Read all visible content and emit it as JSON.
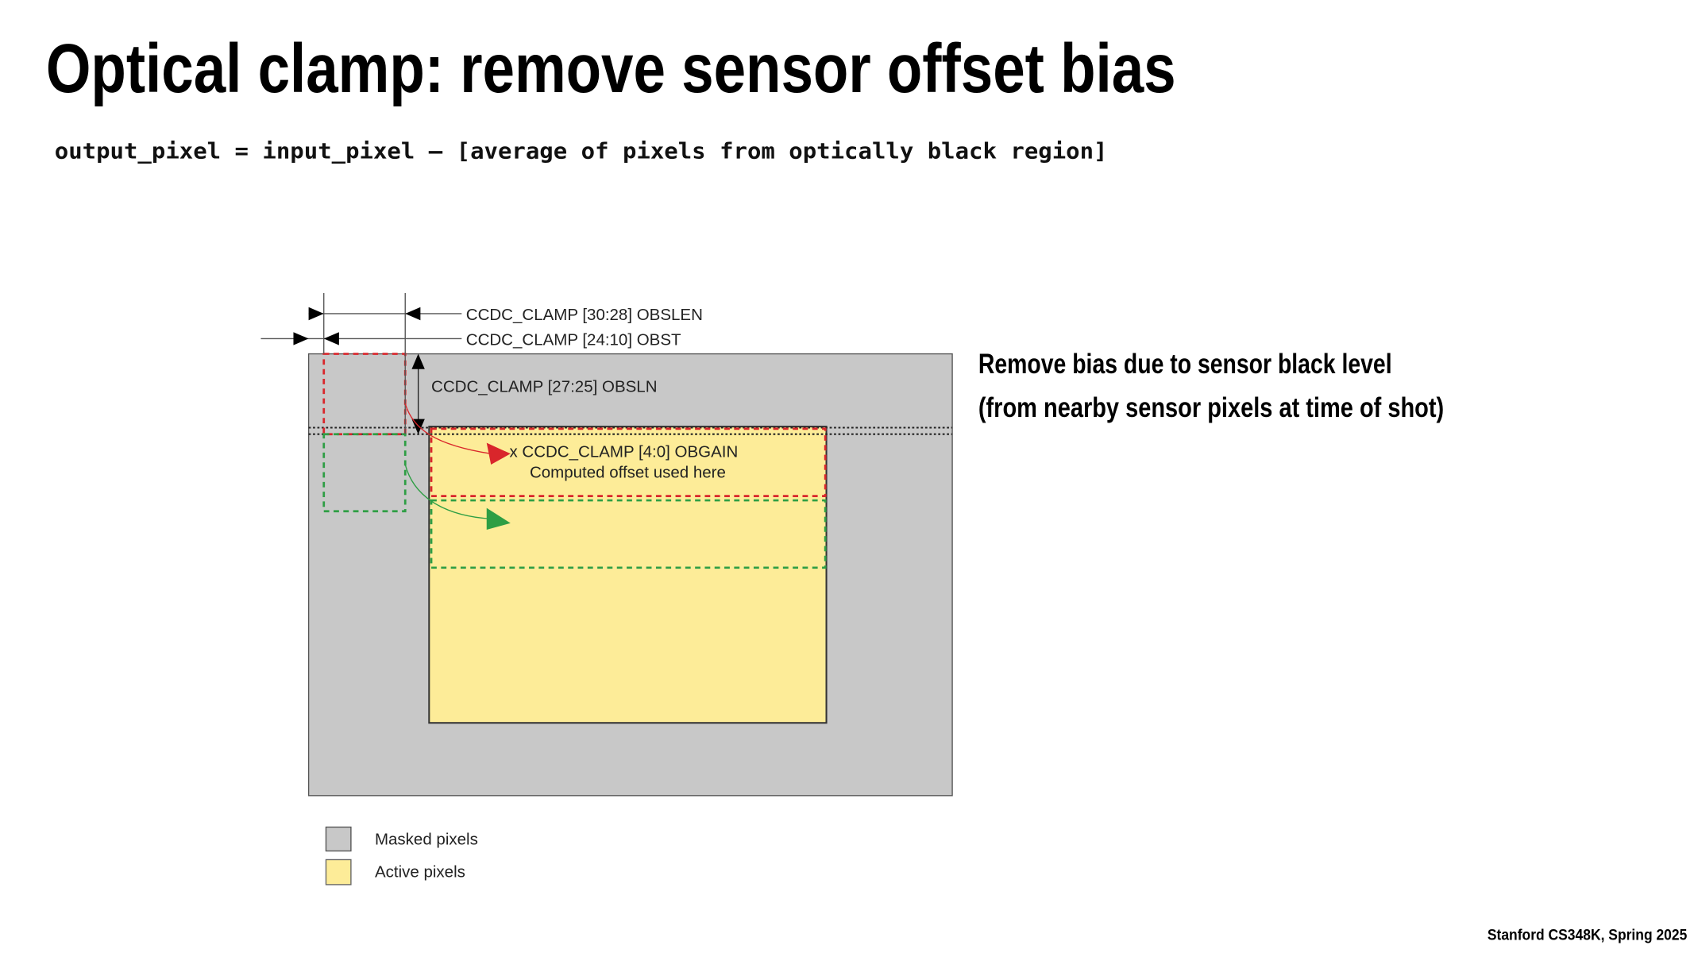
{
  "title": "Optical clamp: remove sensor offset bias",
  "formula": "output_pixel = input_pixel – [average of pixels from optically black region]",
  "diagram": {
    "label_obslen": "CCDC_CLAMP [30:28] OBSLEN",
    "label_obst": "CCDC_CLAMP [24:10] OBST",
    "label_obsln": "CCDC_CLAMP [27:25] OBSLN",
    "label_obgain": "x CCDC_CLAMP [4:0] OBGAIN",
    "label_computed": "Computed offset used here",
    "legend": [
      {
        "label": "Masked pixels",
        "color": "#c8c8c8"
      },
      {
        "label": "Active pixels",
        "color": "#fdec98"
      }
    ],
    "colors": {
      "masked": "#c8c8c8",
      "active": "#fdec98",
      "red": "#d9262b",
      "green": "#2e9e44"
    }
  },
  "notes": [
    "Remove bias due to sensor black level",
    "(from nearby sensor pixels at time of shot)"
  ],
  "footer": "Stanford CS348K, Spring 2025"
}
